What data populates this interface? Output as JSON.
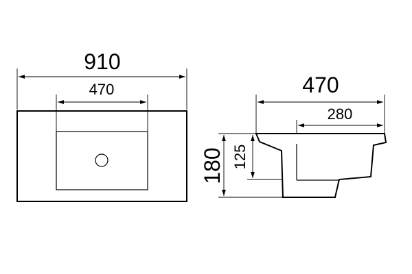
{
  "dimensions": {
    "top_total_width": "910",
    "top_bowl_width": "470",
    "side_depth": "470",
    "side_bowl_depth": "280",
    "side_total_height": "180",
    "side_bowl_height": "125"
  }
}
